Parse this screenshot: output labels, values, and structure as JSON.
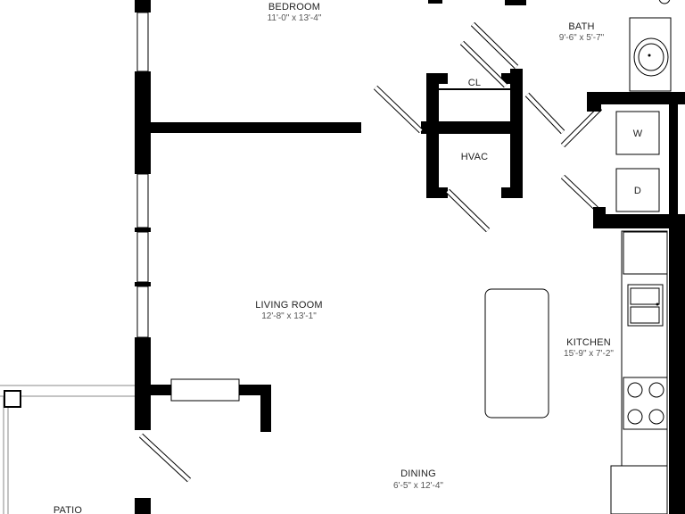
{
  "rooms": {
    "bedroom": {
      "name": "BEDROOM",
      "dims": "11'-0\" x 13'-4\""
    },
    "bath": {
      "name": "BATH",
      "dims": "9'-6\" x 5'-7\""
    },
    "closet": {
      "name": "CL"
    },
    "hvac": {
      "name": "HVAC"
    },
    "living": {
      "name": "LIVING ROOM",
      "dims": "12'-8\" x 13'-1\""
    },
    "kitchen": {
      "name": "KITCHEN",
      "dims": "15'-9\" x 7'-2\""
    },
    "dining": {
      "name": "DINING",
      "dims": "6'-5\" x 12'-4\""
    },
    "patio": {
      "name": "PATIO"
    }
  },
  "appliances": {
    "washer": "W",
    "dryer": "D"
  }
}
